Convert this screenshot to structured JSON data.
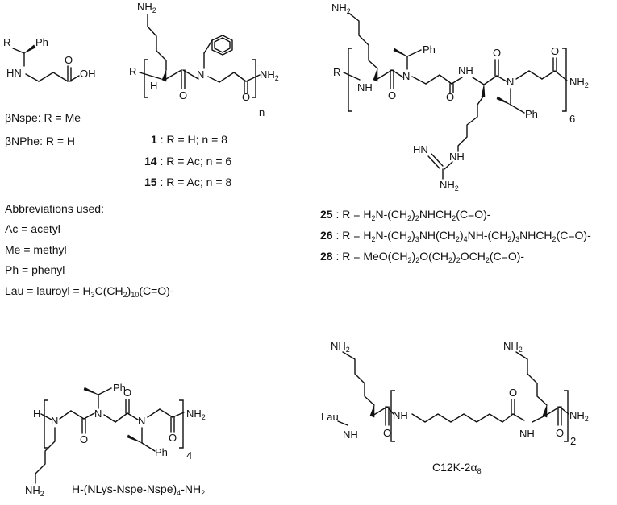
{
  "betaNspe_label": "βNspe:  R = Me",
  "betaNPhe_label": "βNPhe:  R = H",
  "compounds_left": [
    {
      "num": "1",
      "desc": " :  R = H; n = 8"
    },
    {
      "num": "14",
      "desc": " :  R = Ac; n = 6"
    },
    {
      "num": "15",
      "desc": " :  R = Ac; n = 8"
    }
  ],
  "abbrev_title": "Abbreviations used:",
  "abbrevs": [
    "Ac = acetyl",
    "Me = methyl",
    "Ph = phenyl"
  ],
  "abbrev_lau": {
    "pre": "Lau = lauroyl = H",
    "a": "3",
    "mid": "C(CH",
    "b": "2",
    "c": ")",
    "d": "10",
    "post": "(C=O)-"
  },
  "compounds_right": [
    {
      "num": "25",
      "parts": [
        " :  R = H",
        "2",
        "N-(CH",
        "2",
        ")",
        "2",
        "NHCH",
        "2",
        "(C=O)-"
      ]
    },
    {
      "num": "26",
      "parts": [
        " :  R = H",
        "2",
        "N-(CH",
        "2",
        ")",
        "3",
        "NH(CH",
        "2",
        ")",
        "4",
        "NH-(CH",
        "2",
        ")",
        "3",
        "NHCH",
        "2",
        "(C=O)-"
      ]
    },
    {
      "num": "28",
      "parts": [
        " :  R = MeO(CH",
        "2",
        ")",
        "2",
        "O(CH",
        "2",
        ")",
        "2",
        "OCH",
        "2",
        "(C=O)-"
      ]
    }
  ],
  "peptoid_name": {
    "pre": "H-(NLys-Nspe-Nspe)",
    "sub": "4",
    "post": "-NH",
    "sub2": "2"
  },
  "c12k_name": {
    "pre": "C12K-2α",
    "sub": "8"
  },
  "atoms": {
    "R": "R",
    "Ph": "Ph",
    "HN": "HN",
    "H": "H",
    "N": "N",
    "O": "O",
    "OH": "OH",
    "NH": "NH",
    "NH2": "NH",
    "sub2": "2",
    "n": "n",
    "six": "6",
    "four": "4",
    "two": "2",
    "Lau": "Lau"
  }
}
